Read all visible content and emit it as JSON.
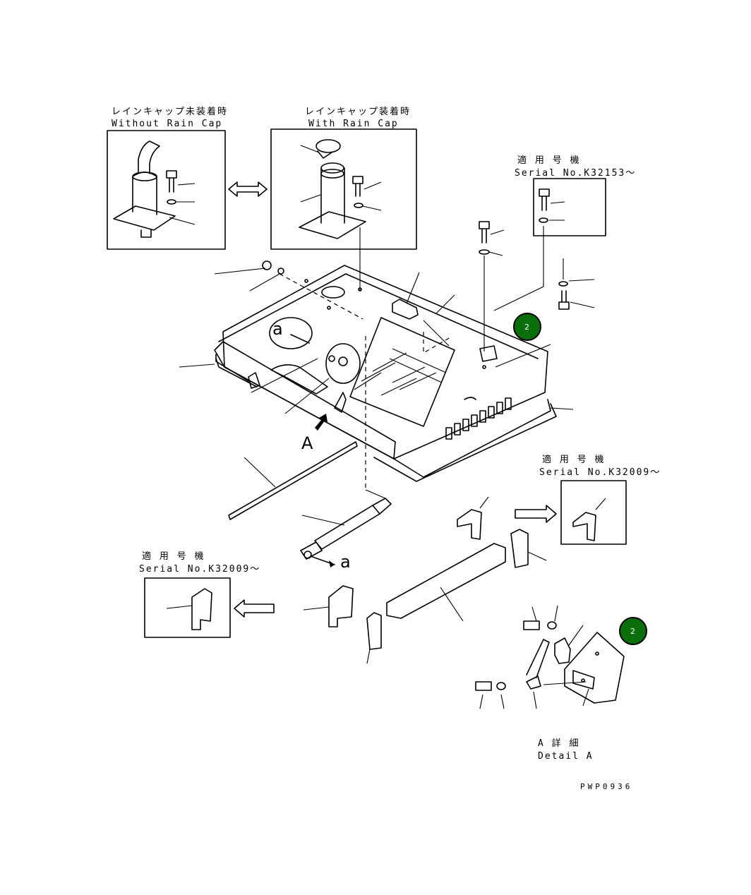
{
  "panels": {
    "without_rain_cap": {
      "title_jp": "レインキャップ未装着時",
      "title_en": "Without Rain Cap"
    },
    "with_rain_cap": {
      "title_jp": "レインキャップ装着時",
      "title_en": "With Rain Cap"
    }
  },
  "serial_notes": {
    "top_right": {
      "line1": "適 用 号 機",
      "line2": "Serial No.K32153～"
    },
    "middle_right": {
      "line1": "適 用 号 機",
      "line2": "Serial No.K32009～"
    },
    "left": {
      "line1": "適 用 号 機",
      "line2": "Serial No.K32009～"
    }
  },
  "view_labels": {
    "view_a": "A",
    "detail_a_marker": "a",
    "detail_a_marker_2": "a"
  },
  "detail": {
    "title_jp": "A 詳 細",
    "title_en": "Detail A"
  },
  "callouts": [
    {
      "number": "2"
    },
    {
      "number": "2"
    }
  ],
  "drawing_code": "PWP0936"
}
